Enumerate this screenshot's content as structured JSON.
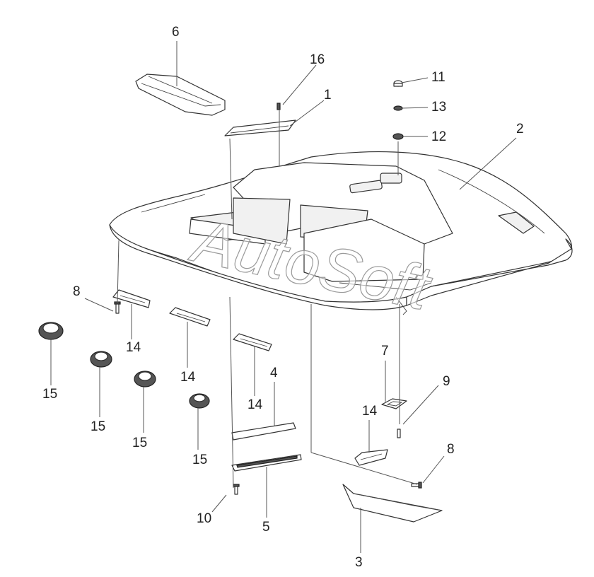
{
  "watermark": "AutoSoft",
  "callouts": {
    "p1": "1",
    "p2": "2",
    "p3": "3",
    "p4": "4",
    "p5": "5",
    "p6": "6",
    "p7": "7",
    "p8a": "8",
    "p8b": "8",
    "p9": "9",
    "p10": "10",
    "p11": "11",
    "p12": "12",
    "p13": "13",
    "p14a": "14",
    "p14b": "14",
    "p14c": "14",
    "p14d": "14",
    "p15a": "15",
    "p15b": "15",
    "p15c": "15",
    "p15d": "15",
    "p16": "16"
  },
  "colors": {
    "line": "#333333",
    "background": "#ffffff",
    "watermark_outline": "#9a9a9a"
  }
}
